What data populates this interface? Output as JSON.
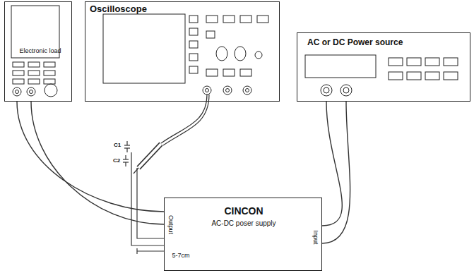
{
  "diagram": {
    "nodes": [
      {
        "text": [
          "Electronic load"
        ]
      },
      {
        "text": [
          "Oscilloscope"
        ]
      },
      {
        "text": [
          "AC or DC Power source"
        ]
      },
      {
        "text": [
          "CINCON",
          "AC-DC poser supply"
        ]
      }
    ],
    "edges": [
      {
        "from": 0,
        "to": 3,
        "arrow": "none"
      },
      {
        "from": 0,
        "to": 3,
        "arrow": "none"
      },
      {
        "from": 2,
        "to": 3,
        "arrow": "none"
      },
      {
        "from": 2,
        "to": 3,
        "arrow": "none"
      }
    ],
    "labels": [
      "C1",
      "C2",
      "Output",
      "Input",
      "5-7cm"
    ]
  }
}
